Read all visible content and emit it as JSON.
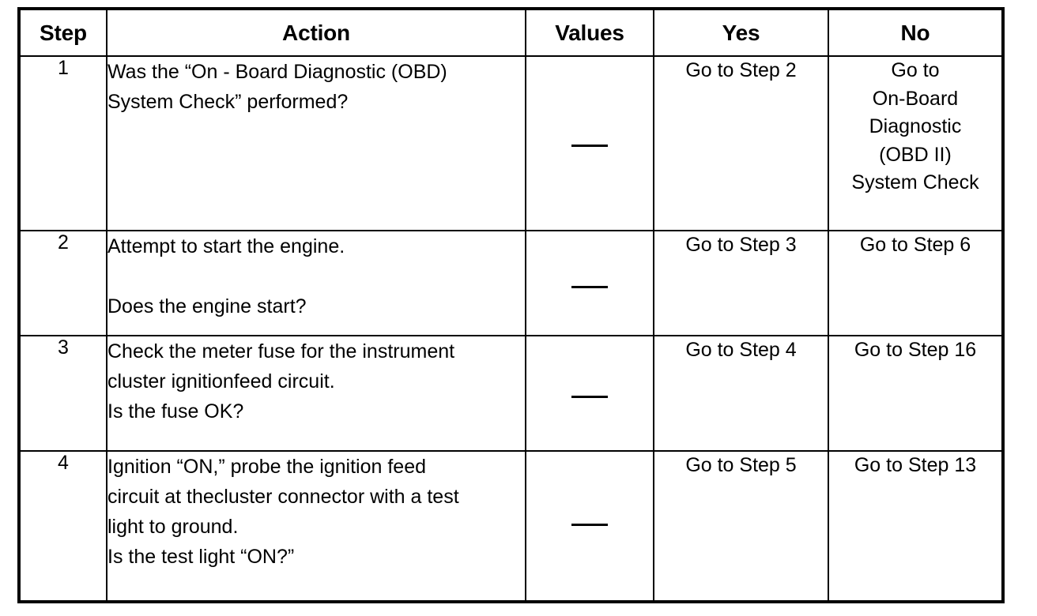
{
  "table": {
    "columns": [
      {
        "key": "step",
        "label": "Step"
      },
      {
        "key": "action",
        "label": "Action"
      },
      {
        "key": "values",
        "label": "Values"
      },
      {
        "key": "yes",
        "label": "Yes"
      },
      {
        "key": "no",
        "label": "No"
      }
    ],
    "rows": [
      {
        "step": "1",
        "action_lines": [
          "Was the “On - Board Diagnostic (OBD)",
          "System Check” performed?"
        ],
        "values": "—",
        "yes_lines": [
          "Go to Step 2"
        ],
        "no_lines": [
          "Go to",
          "On-Board",
          "Diagnostic",
          "(OBD II)",
          "System Check"
        ]
      },
      {
        "step": "2",
        "action_lines": [
          "Attempt to start the engine.",
          "",
          "Does the engine start?"
        ],
        "values": "—",
        "yes_lines": [
          "Go to Step 3"
        ],
        "no_lines": [
          "Go to Step 6"
        ]
      },
      {
        "step": "3",
        "action_lines": [
          "Check the meter fuse for the instrument",
          "cluster ignitionfeed circuit.",
          "Is the fuse OK?"
        ],
        "values": "—",
        "yes_lines": [
          "Go to Step 4"
        ],
        "no_lines": [
          "Go to Step 16"
        ]
      },
      {
        "step": "4",
        "action_lines": [
          "Ignition “ON,” probe the ignition feed",
          "circuit at thecluster connector with a test",
          "light to ground.",
          "Is the test light “ON?”"
        ],
        "values": "—",
        "yes_lines": [
          "Go to Step 5"
        ],
        "no_lines": [
          "Go to Step 13"
        ]
      }
    ]
  },
  "colors": {
    "border": "#000000",
    "text": "#000000",
    "background": "#ffffff"
  }
}
